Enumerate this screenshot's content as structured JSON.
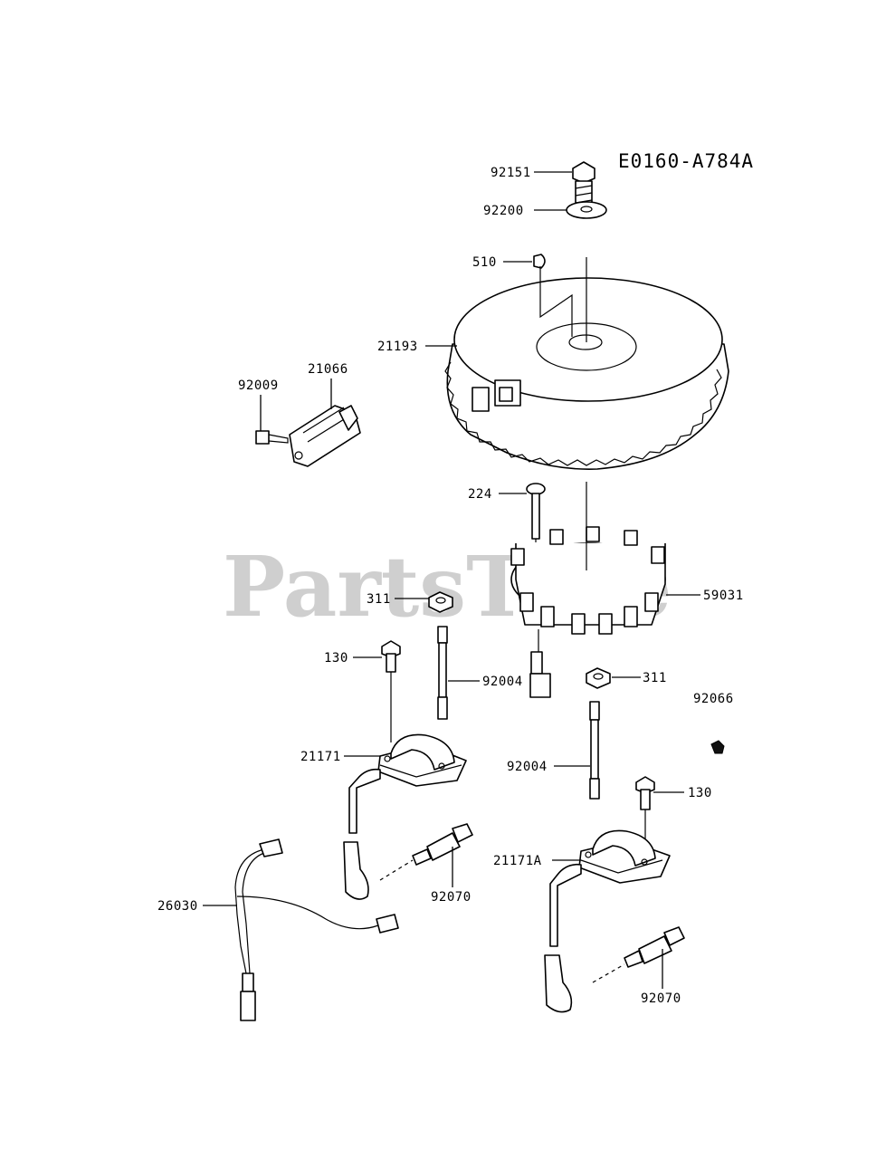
{
  "diagram_code": "E0160-A784A",
  "watermark": "PartsTree",
  "parts": [
    {
      "id": "92151",
      "label": "92151"
    },
    {
      "id": "92200",
      "label": "92200"
    },
    {
      "id": "510",
      "label": "510"
    },
    {
      "id": "21193",
      "label": "21193"
    },
    {
      "id": "21066",
      "label": "21066"
    },
    {
      "id": "92009",
      "label": "92009"
    },
    {
      "id": "224",
      "label": "224"
    },
    {
      "id": "59031",
      "label": "59031"
    },
    {
      "id": "311a",
      "label": "311"
    },
    {
      "id": "130a",
      "label": "130"
    },
    {
      "id": "92004a",
      "label": "92004"
    },
    {
      "id": "311b",
      "label": "311"
    },
    {
      "id": "92066",
      "label": "92066"
    },
    {
      "id": "21171",
      "label": "21171"
    },
    {
      "id": "92004b",
      "label": "92004"
    },
    {
      "id": "130b",
      "label": "130"
    },
    {
      "id": "21171A",
      "label": "21171A"
    },
    {
      "id": "26030",
      "label": "26030"
    },
    {
      "id": "92070a",
      "label": "92070"
    },
    {
      "id": "92070b",
      "label": "92070"
    }
  ]
}
